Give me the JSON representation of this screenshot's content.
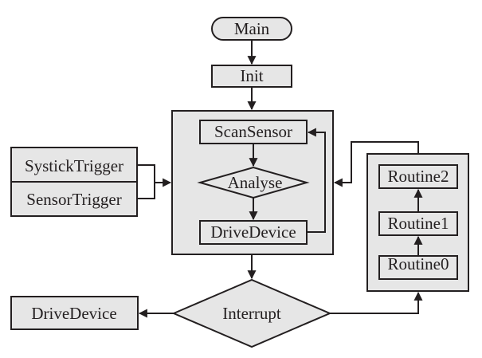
{
  "colors": {
    "fill": "#e6e6e6",
    "stroke": "#231f20",
    "background": "#ffffff"
  },
  "nodes": {
    "main": "Main",
    "init": "Init",
    "scan_sensor": "ScanSensor",
    "analyse": "Analyse",
    "drive_device_inner": "DriveDevice",
    "systick_trigger": "SystickTrigger",
    "sensor_trigger": "SensorTrigger",
    "routine2": "Routine2",
    "routine1": "Routine1",
    "routine0": "Routine0",
    "interrupt": "Interrupt",
    "drive_device_out": "DriveDevice"
  }
}
